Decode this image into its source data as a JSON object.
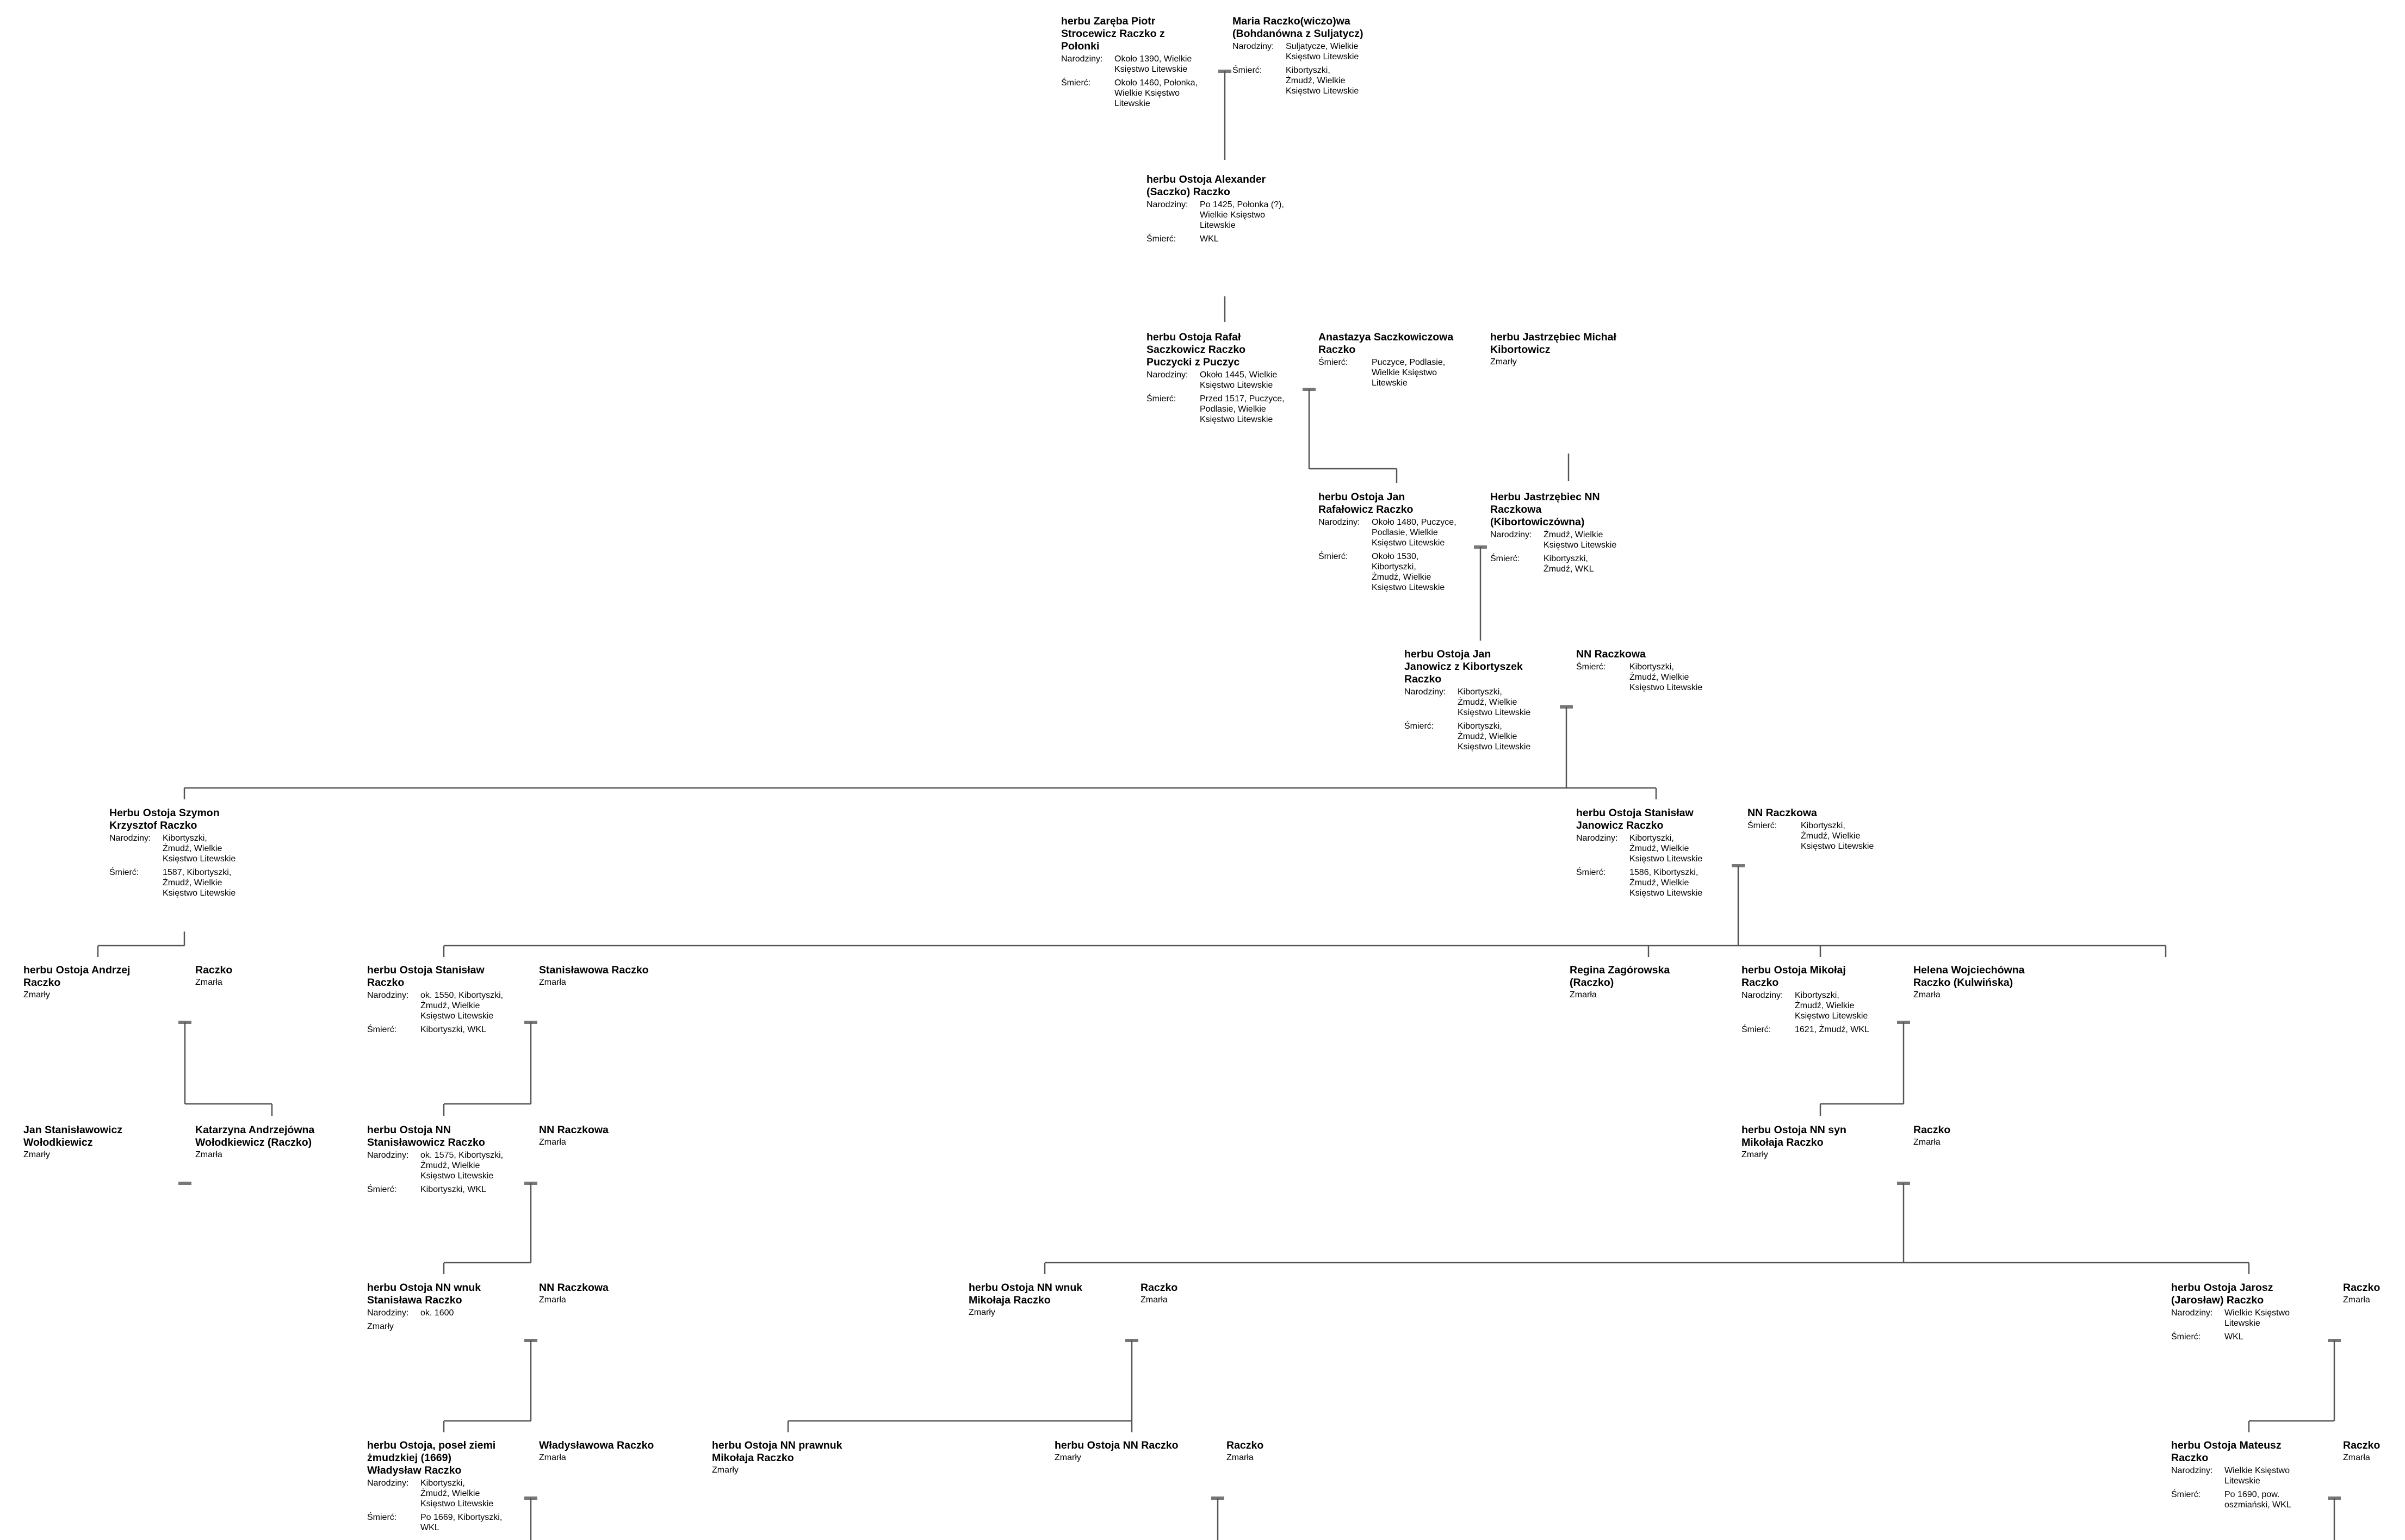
{
  "labels": {
    "birth": "Narodziny:",
    "death": "Śmierć:"
  },
  "persons": [
    {
      "id": "p1",
      "name": "herbu Zaręba Piotr\nStrocewicz Raczko z\nPołonki",
      "events": [
        {
          "k": "birth",
          "v": "Około 1390, Wielkie\nKsięstwo Litewskie"
        },
        {
          "k": "death",
          "v": "Około 1460, Połonka,\nWielkie Księstwo\nLitewskie"
        }
      ]
    },
    {
      "id": "p2",
      "name": "Maria Raczko(wiczo)wa\n(Bohdanówna z Suljatycz)",
      "events": [
        {
          "k": "birth",
          "v": "Suljatycze, Wielkie\nKsięstwo Litewskie"
        },
        {
          "k": "death",
          "v": "Kibortyszki,\nŻmudź, Wielkie\nKsięstwo Litewskie"
        }
      ]
    },
    {
      "id": "p3",
      "name": "herbu Ostoja Alexander\n(Saczko) Raczko",
      "events": [
        {
          "k": "birth",
          "v": "Po 1425, Połonka (?),\nWielkie Księstwo\nLitewskie"
        },
        {
          "k": "death",
          "v": "WKL"
        }
      ]
    },
    {
      "id": "p4",
      "name": "herbu Ostoja Rafał\nSaczkowicz Raczko\nPuczycki z Puczyc",
      "events": [
        {
          "k": "birth",
          "v": "Około 1445, Wielkie\nKsięstwo Litewskie"
        },
        {
          "k": "death",
          "v": "Przed 1517, Puczyce,\nPodlasie, Wielkie\nKsięstwo Litewskie"
        }
      ]
    },
    {
      "id": "p5",
      "name": "Anastazya Saczkowiczowa\nRaczko",
      "events": [
        {
          "k": "death",
          "v": "Puczyce, Podlasie,\nWielkie Księstwo\nLitewskie"
        }
      ]
    },
    {
      "id": "p6",
      "name": "herbu Jastrzębiec Michał\nKibortowicz",
      "status": "Zmarły"
    },
    {
      "id": "p7",
      "name": "herbu Ostoja Jan\nRafałowicz Raczko",
      "events": [
        {
          "k": "birth",
          "v": "Około 1480, Puczyce,\nPodlasie, Wielkie\nKsięstwo Litewskie"
        },
        {
          "k": "death",
          "v": "Około 1530,\nKibortyszki,\nŻmudź, Wielkie\nKsięstwo Litewskie"
        }
      ]
    },
    {
      "id": "p8",
      "name": "Herbu Jastrzębiec NN\nRaczkowa\n(Kibortowiczówna)",
      "events": [
        {
          "k": "birth",
          "v": "Żmudź, Wielkie\nKsięstwo Litewskie"
        },
        {
          "k": "death",
          "v": "Kibortyszki,\nŻmudź, WKL"
        }
      ]
    },
    {
      "id": "p9",
      "name": "herbu Ostoja Jan\nJanowicz z Kibortyszek\nRaczko",
      "events": [
        {
          "k": "birth",
          "v": "Kibortyszki,\nŻmudź, Wielkie\nKsięstwo Litewskie"
        },
        {
          "k": "death",
          "v": "Kibortyszki,\nŻmudź, Wielkie\nKsięstwo Litewskie"
        }
      ]
    },
    {
      "id": "p10",
      "name": "NN Raczkowa",
      "events": [
        {
          "k": "death",
          "v": "Kibortyszki,\nŻmudź, Wielkie\nKsięstwo Litewskie"
        }
      ]
    },
    {
      "id": "p11",
      "name": "Herbu Ostoja Szymon\nKrzysztof Raczko",
      "events": [
        {
          "k": "birth",
          "v": "Kibortyszki,\nŻmudź, Wielkie\nKsięstwo Litewskie"
        },
        {
          "k": "death",
          "v": "1587, Kibortyszki,\nŻmudź, Wielkie\nKsięstwo Litewskie"
        }
      ]
    },
    {
      "id": "p12",
      "name": "herbu Ostoja Stanisław\nJanowicz Raczko",
      "events": [
        {
          "k": "birth",
          "v": "Kibortyszki,\nŻmudź, Wielkie\nKsięstwo Litewskie"
        },
        {
          "k": "death",
          "v": "1586, Kibortyszki,\nŻmudź, Wielkie\nKsięstwo Litewskie"
        }
      ]
    },
    {
      "id": "p13",
      "name": "NN Raczkowa",
      "events": [
        {
          "k": "death",
          "v": "Kibortyszki,\nŻmudź, Wielkie\nKsięstwo Litewskie"
        }
      ]
    },
    {
      "id": "p14",
      "name": "herbu Ostoja Andrzej\nRaczko",
      "status": "Zmarły"
    },
    {
      "id": "p15",
      "name": "Raczko",
      "status": "Zmarła"
    },
    {
      "id": "p16",
      "name": "herbu Ostoja Stanisław\nRaczko",
      "events": [
        {
          "k": "birth",
          "v": "ok. 1550, Kibortyszki,\nŻmudź, Wielkie\nKsięstwo Litewskie"
        },
        {
          "k": "death",
          "v": "Kibortyszki, WKL"
        }
      ]
    },
    {
      "id": "p17",
      "name": "Stanisławowa Raczko",
      "status": "Zmarła"
    },
    {
      "id": "p18",
      "name": "Regina Zagórowska\n(Raczko)",
      "status": "Zmarła"
    },
    {
      "id": "p19",
      "name": "herbu Ostoja Mikołaj\nRaczko",
      "events": [
        {
          "k": "birth",
          "v": "Kibortyszki,\nŻmudź, Wielkie\nKsięstwo Litewskie"
        },
        {
          "k": "death",
          "v": "1621, Żmudź, WKL"
        }
      ]
    },
    {
      "id": "p20",
      "name": "Helena Wojciechówna\nRaczko (Kulwińska)",
      "status": "Zmarła"
    },
    {
      "id": "p21",
      "name": "Jan Stanisławowicz\nWołodkiewicz",
      "status": "Zmarły"
    },
    {
      "id": "p22",
      "name": "Katarzyna Andrzejówna\nWołodkiewicz (Raczko)",
      "status": "Zmarła"
    },
    {
      "id": "p23",
      "name": "herbu Ostoja NN\nStanisławowicz Raczko",
      "events": [
        {
          "k": "birth",
          "v": "ok. 1575, Kibortyszki,\nŻmudź, Wielkie\nKsięstwo Litewskie"
        },
        {
          "k": "death",
          "v": "Kibortyszki, WKL"
        }
      ]
    },
    {
      "id": "p24",
      "name": "NN Raczkowa",
      "status": "Zmarła"
    },
    {
      "id": "p25",
      "name": "herbu Ostoja NN syn\nMikołaja Raczko",
      "status": "Zmarły"
    },
    {
      "id": "p26",
      "name": "Raczko",
      "status": "Zmarła"
    },
    {
      "id": "p27",
      "name": "herbu Ostoja NN wnuk\nStanisława Raczko",
      "events": [
        {
          "k": "birth",
          "v": "ok. 1600"
        }
      ],
      "status_after": "Zmarły"
    },
    {
      "id": "p28",
      "name": "NN Raczkowa",
      "status": "Zmarła"
    },
    {
      "id": "p29",
      "name": "herbu Ostoja NN wnuk\nMikołaja Raczko",
      "status": "Zmarły"
    },
    {
      "id": "p30",
      "name": "Raczko",
      "status": "Zmarła"
    },
    {
      "id": "p31",
      "name": "herbu Ostoja Jarosz\n(Jarosław) Raczko",
      "events": [
        {
          "k": "birth",
          "v": "Wielkie Księstwo\nLitewskie"
        },
        {
          "k": "death",
          "v": "WKL"
        }
      ]
    },
    {
      "id": "p32",
      "name": "Raczko",
      "status": "Zmarła"
    },
    {
      "id": "p33",
      "name": "herbu Ostoja, poseł ziemi\nżmudzkiej (1669)\nWładysław Raczko",
      "events": [
        {
          "k": "birth",
          "v": "Kibortyszki,\nŻmudź, Wielkie\nKsięstwo Litewskie"
        },
        {
          "k": "death",
          "v": "Po 1669, Kibortyszki,\nWKL"
        }
      ]
    },
    {
      "id": "p34",
      "name": "Władysławowa Raczko",
      "status": "Zmarła"
    },
    {
      "id": "p35",
      "name": "herbu Ostoja NN prawnuk\nMikołaja Raczko",
      "status": "Zmarły"
    },
    {
      "id": "p36",
      "name": "herbu Ostoja NN Raczko",
      "status": "Zmarły"
    },
    {
      "id": "p37",
      "name": "Raczko",
      "status": "Zmarła"
    },
    {
      "id": "p38",
      "name": "herbu Ostoja Mateusz\nRaczko",
      "events": [
        {
          "k": "birth",
          "v": "Wielkie Księstwo\nLitewskie"
        },
        {
          "k": "death",
          "v": "Po 1690, pow.\noszmiański, WKL"
        }
      ]
    },
    {
      "id": "p39",
      "name": "Raczko",
      "status": "Zmarła"
    }
  ]
}
